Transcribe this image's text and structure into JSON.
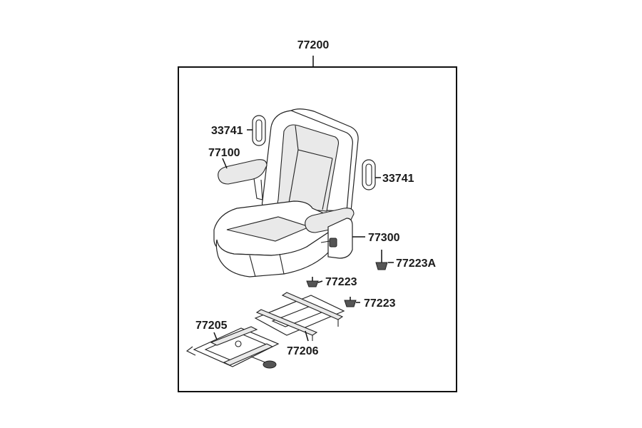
{
  "parts": {
    "assembly": "77200",
    "armrest_pad_left": "33741",
    "armrest_pad_right": "33741",
    "armrest": "77100",
    "seat_bracket": "77300",
    "knob_a": "77223A",
    "knob_upper": "77223",
    "knob_lower": "77223",
    "slide_rail": "77205",
    "base_plate": "77206"
  }
}
